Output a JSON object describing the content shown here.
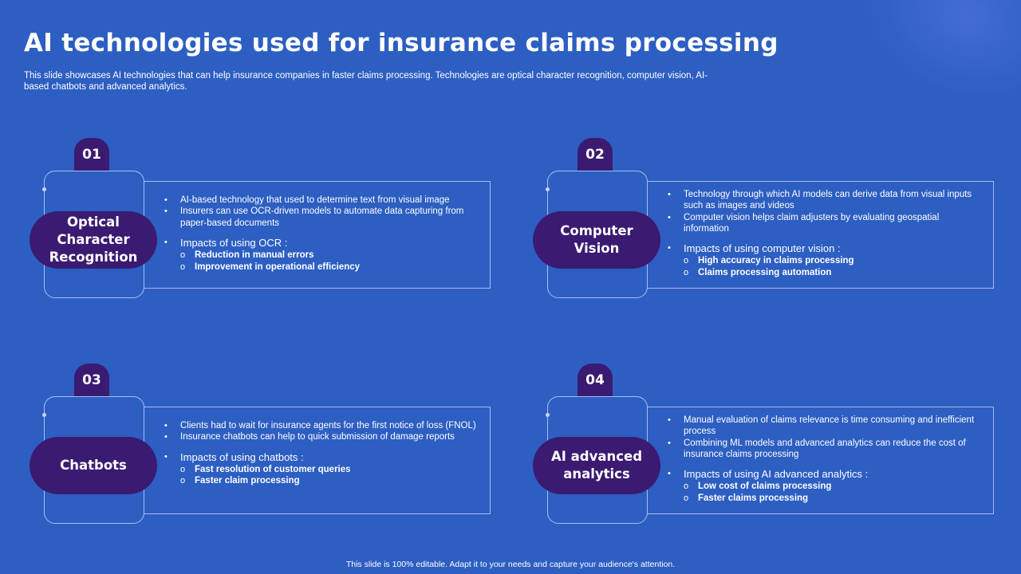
{
  "title": "AI technologies used for insurance claims processing",
  "subtitle": "This slide showcases AI technologies that can help insurance companies in faster claims processing. Technologies are optical character recognition, computer vision, AI-based chatbots and advanced analytics.",
  "colors": {
    "background": "#2d5ec2",
    "accent_purple": "#3b1a72",
    "outline": "#a8bdf0",
    "text": "#ffffff"
  },
  "cards": [
    {
      "number": "01",
      "name": "Optical Character Recognition",
      "bullets": [
        "AI-based technology that used to determine text from visual image",
        "Insurers can use OCR-driven models to automate data capturing from paper-based documents"
      ],
      "impacts_label": "Impacts of using OCR :",
      "impacts": [
        "Reduction in manual errors",
        "Improvement in operational efficiency"
      ]
    },
    {
      "number": "02",
      "name": "Computer Vision",
      "bullets": [
        "Technology through which AI models can derive data from visual inputs such as images and videos",
        "Computer vision helps claim adjusters by evaluating geospatial information"
      ],
      "impacts_label": "Impacts of using computer vision :",
      "impacts": [
        "High accuracy in claims processing",
        "Claims processing automation"
      ]
    },
    {
      "number": "03",
      "name": "Chatbots",
      "bullets": [
        "Clients had to wait for insurance agents for the first notice of loss (FNOL)",
        "Insurance chatbots can help to quick submission of damage reports"
      ],
      "impacts_label": "Impacts of using chatbots :",
      "impacts": [
        "Fast resolution of customer queries",
        "Faster claim processing"
      ]
    },
    {
      "number": "04",
      "name": "AI advanced analytics",
      "bullets": [
        "Manual evaluation of claims relevance is time consuming and inefficient process",
        "Combining ML models and advanced analytics can reduce the cost of insurance claims processing"
      ],
      "impacts_label": "Impacts of using AI advanced  analytics :",
      "impacts": [
        "Low cost of claims processing",
        "Faster claims processing"
      ]
    }
  ],
  "footer": "This slide is 100% editable.  Adapt it to your needs and capture your audience's attention."
}
